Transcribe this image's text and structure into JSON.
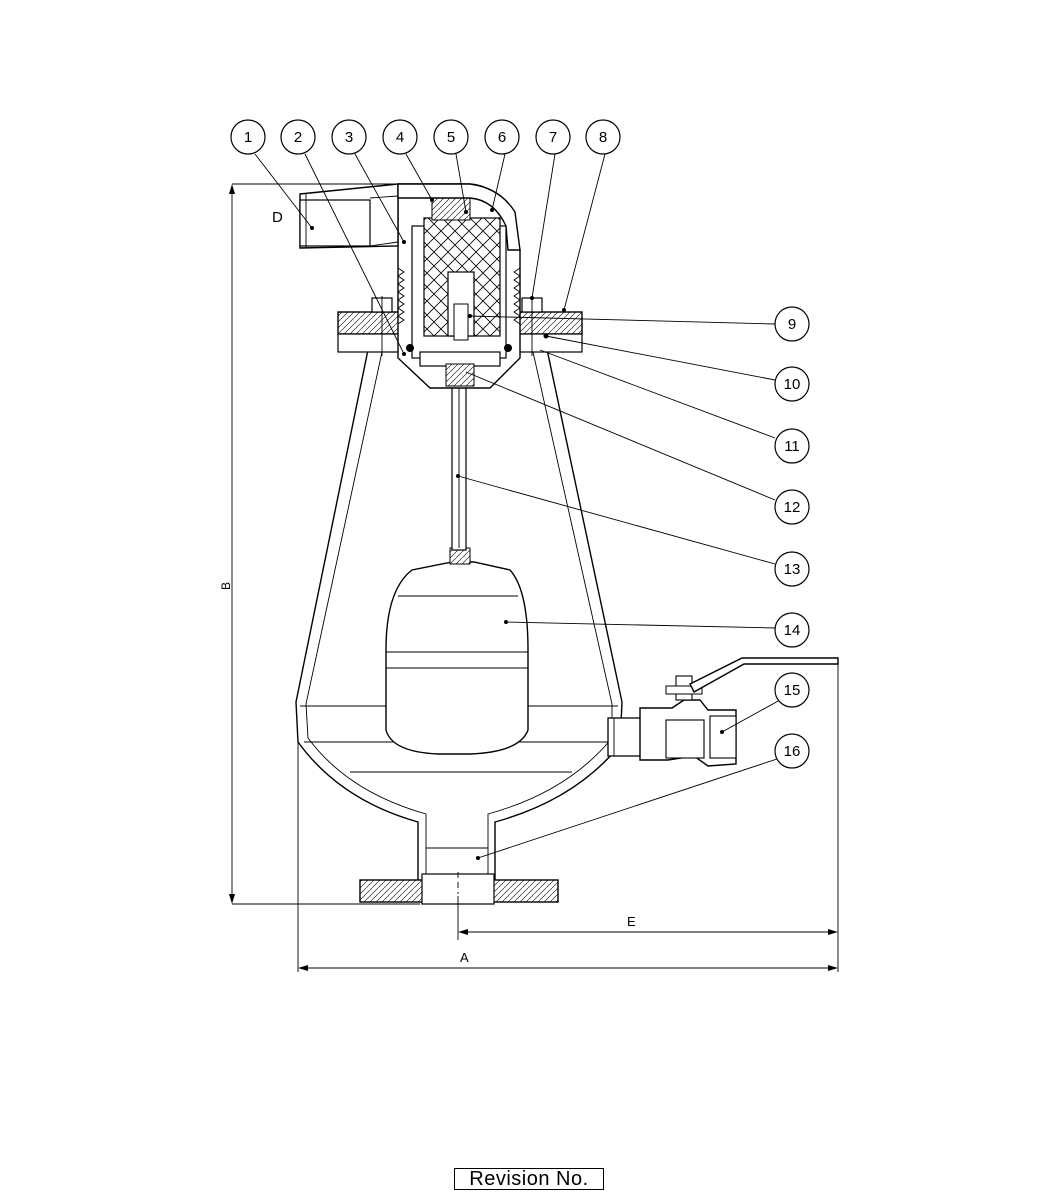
{
  "balloons": [
    "1",
    "2",
    "3",
    "4",
    "5",
    "6",
    "7",
    "8",
    "9",
    "10",
    "11",
    "12",
    "13",
    "14",
    "15",
    "16"
  ],
  "dimensions": {
    "A": "A",
    "B": "B",
    "D": "D",
    "E": "E"
  },
  "revision_label": "Revision No."
}
